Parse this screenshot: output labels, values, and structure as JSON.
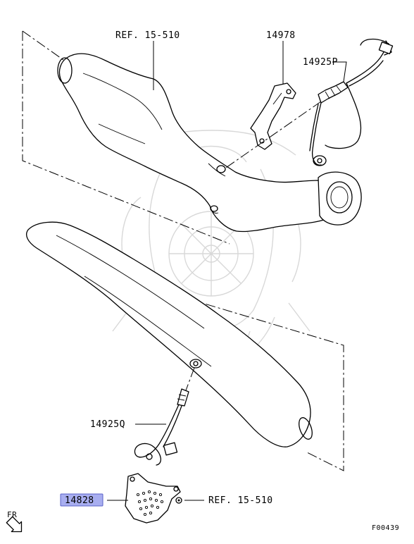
{
  "labels": {
    "ref_top": "REF. 15-510",
    "part_14978": "14978",
    "part_14925p": "14925P",
    "part_14925q": "14925Q",
    "part_14828": "14828",
    "ref_bottom": "REF. 15-510",
    "fr": "FR",
    "figure_id": "F00439"
  },
  "colors": {
    "highlight": "#a8aef0",
    "line": "#000000",
    "watermark": "#d8d8d8"
  }
}
